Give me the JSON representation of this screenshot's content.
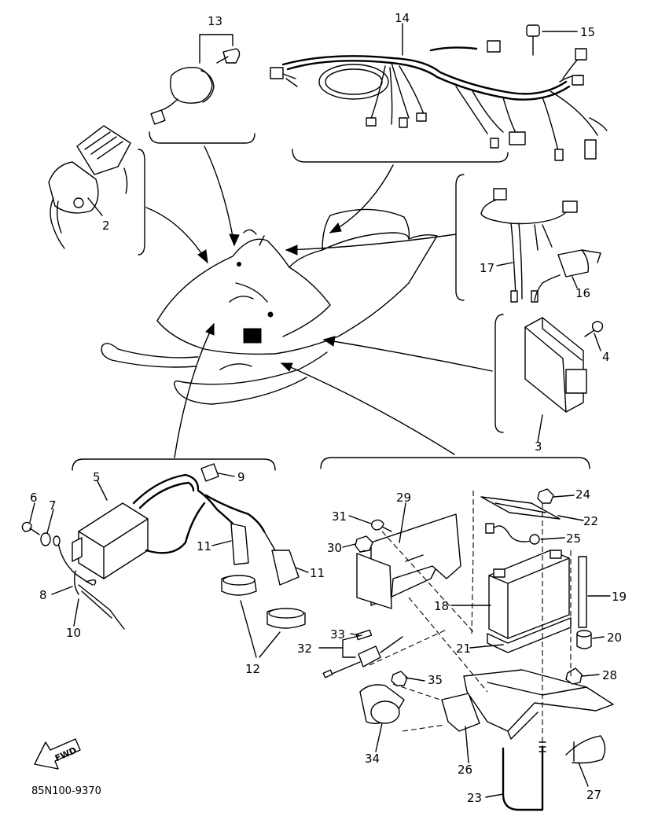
{
  "diagram": {
    "drawing_code": "85N100-9370",
    "direction_mark": "FWD",
    "callouts": {
      "c1": "2",
      "c2": "3",
      "c3": "4",
      "c4": "5",
      "c5": "6",
      "c6": "7",
      "c7": "8",
      "c8": "9",
      "c9": "10",
      "c10": "11",
      "c11": "11",
      "c12": "12",
      "c13": "13",
      "c14": "14",
      "c15": "15",
      "c16": "16",
      "c17": "17",
      "c18": "18",
      "c19": "19",
      "c20": "20",
      "c21": "21",
      "c22": "22",
      "c23": "23",
      "c24": "24",
      "c25": "25",
      "c26": "26",
      "c27": "27",
      "c28": "28",
      "c29": "29",
      "c30": "30",
      "c31": "31",
      "c32": "32",
      "c33": "33",
      "c34": "34",
      "c35": "35"
    }
  }
}
